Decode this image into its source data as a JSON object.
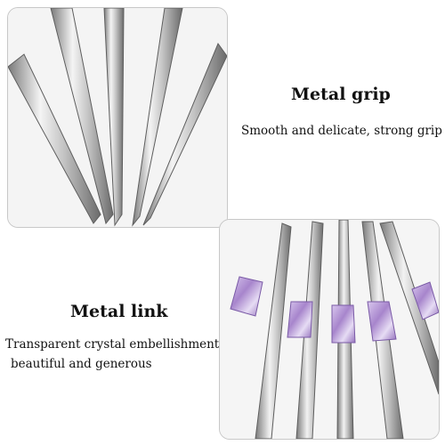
{
  "sections": [
    {
      "id": "metal-grip",
      "heading": "Metal grip",
      "description": "Smooth and delicate, strong grip"
    },
    {
      "id": "metal-link",
      "heading": "Metal link",
      "description_lines": [
        "Transparent crystal embellishment",
        "beautiful and generous"
      ]
    }
  ],
  "colors": {
    "metal_light": "#f2f2f2",
    "metal_mid": "#b9b9b9",
    "metal_dark": "#6e6e6e",
    "crystal": "#b79ad6",
    "panel_border": "#c8c8c8"
  }
}
